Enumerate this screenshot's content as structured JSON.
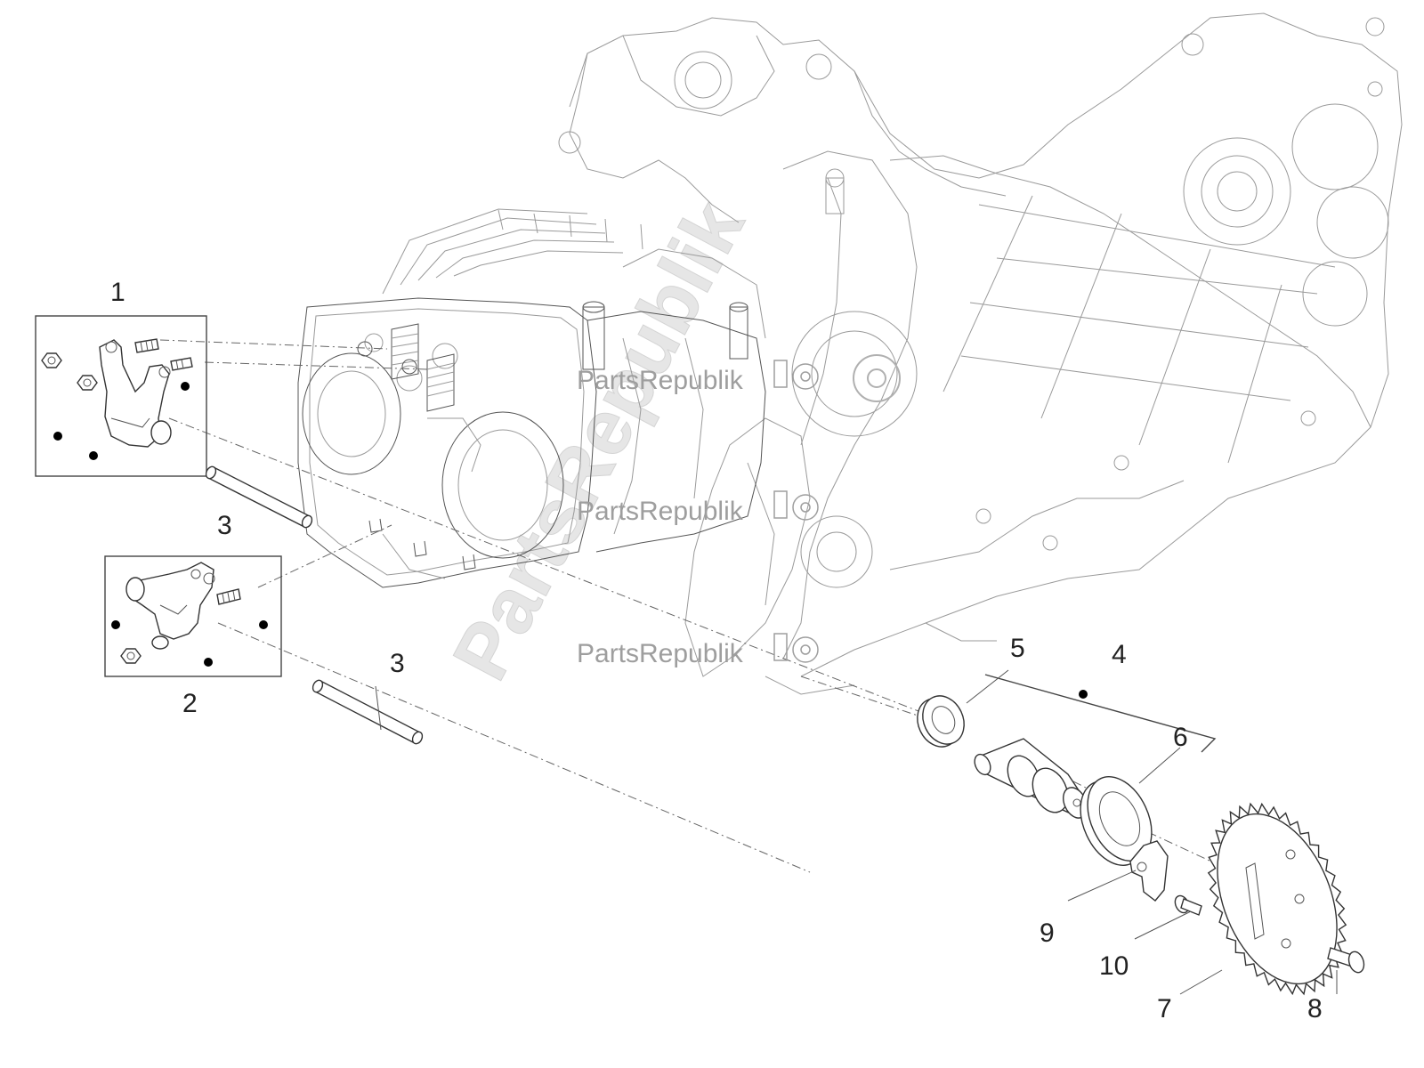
{
  "callouts": [
    {
      "id": "1",
      "label": "1"
    },
    {
      "id": "2",
      "label": "2"
    },
    {
      "id": "3a",
      "label": "3"
    },
    {
      "id": "3b",
      "label": "3"
    },
    {
      "id": "4",
      "label": "4"
    },
    {
      "id": "5",
      "label": "5"
    },
    {
      "id": "6",
      "label": "6"
    },
    {
      "id": "7",
      "label": "7"
    },
    {
      "id": "8",
      "label": "8"
    },
    {
      "id": "9",
      "label": "9"
    },
    {
      "id": "10",
      "label": "10"
    }
  ],
  "watermark": {
    "brand": "PartsRepublik",
    "icon": "gear-badge-icon"
  }
}
